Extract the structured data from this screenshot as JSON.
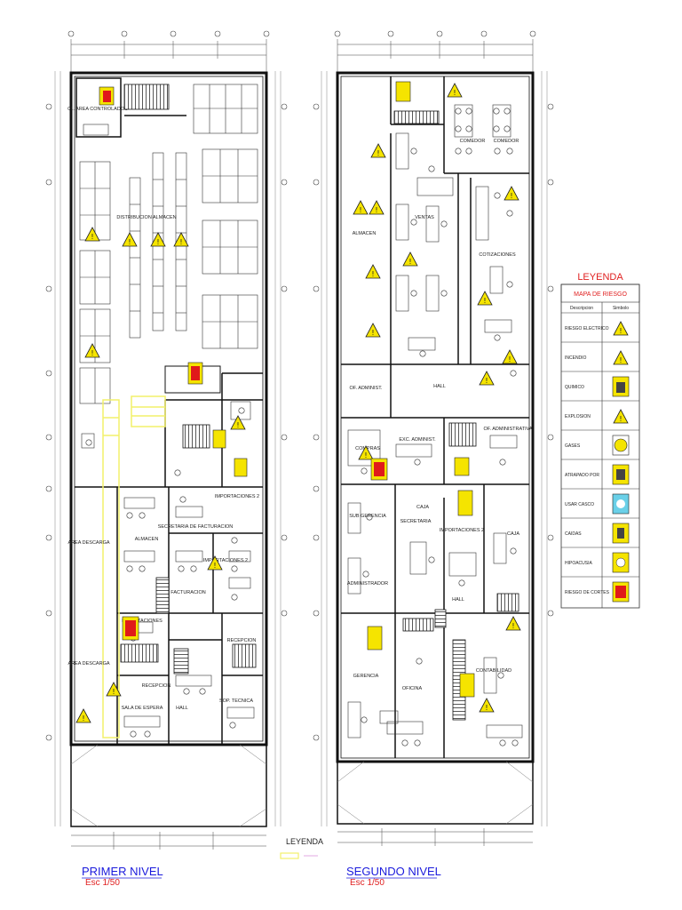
{
  "plans": {
    "first": {
      "title": "PRIMER NIVEL",
      "scale": "Esc 1/50",
      "legend_label": "LEYENDA",
      "rooms": [
        "01. AREA CONTROLADOS",
        "DISTRIBUCION ALMACEN",
        "AREA DESCARGA",
        "AREA DESCARGA",
        "ALMACEN",
        "SECRETARIA DE FACTURACION",
        "IMPORTACIONES 2",
        "IMPORTACIONES",
        "FACTURACION",
        "RECEPCION",
        "SALA DE ESPERA",
        "HALL",
        "RECEPCION",
        "SOP. TECNICA"
      ]
    },
    "second": {
      "title": "SEGUNDO NIVEL",
      "scale": "Esc 1/50",
      "rooms": [
        "VENTAS",
        "ALMACEN",
        "COMEDOR",
        "COMEDOR",
        "COTIZACIONES",
        "OF. ADMINIST.",
        "HALL",
        "COMPRAS",
        "EXC. ADMINIST.",
        "OF. ADMINISTRATIVA",
        "SUB GERENCIA",
        "SECRETARIA",
        "IMPORTACIONES 2",
        "CAJA",
        "ADMINISTRADOR",
        "HALL",
        "GERENCIA",
        "OFICINA",
        "CONTABILIDAD",
        "CAJA"
      ]
    }
  },
  "legend": {
    "title": "LEYENDA",
    "subtitle": "MAPA DE RIESGO",
    "col_description": "Descripcion",
    "col_symbol": "Simbolo",
    "items": [
      {
        "label": "RIESGO ELECTRICO",
        "icon": "electric-risk"
      },
      {
        "label": "INCENDIO",
        "icon": "fire-risk"
      },
      {
        "label": "QUIMICO",
        "icon": "chemical-risk"
      },
      {
        "label": "EXPLOSION",
        "icon": "explosion-risk"
      },
      {
        "label": "GASES",
        "icon": "gas-risk"
      },
      {
        "label": "ATRAPADO POR",
        "icon": "trapped-risk"
      },
      {
        "label": "USAR CASCO",
        "icon": "helmet-required"
      },
      {
        "label": "CAIDAS",
        "icon": "fall-risk"
      },
      {
        "label": "HIPOACUSIA",
        "icon": "hearing-risk"
      },
      {
        "label": "RIESGO DE CORTES",
        "icon": "cut-risk"
      }
    ]
  },
  "colors": {
    "warning_yellow": "#f5e400",
    "fire_red": "#e01a1a",
    "line": "#222222",
    "title_blue": "#1a1adc",
    "legend_red": "#e02020"
  }
}
